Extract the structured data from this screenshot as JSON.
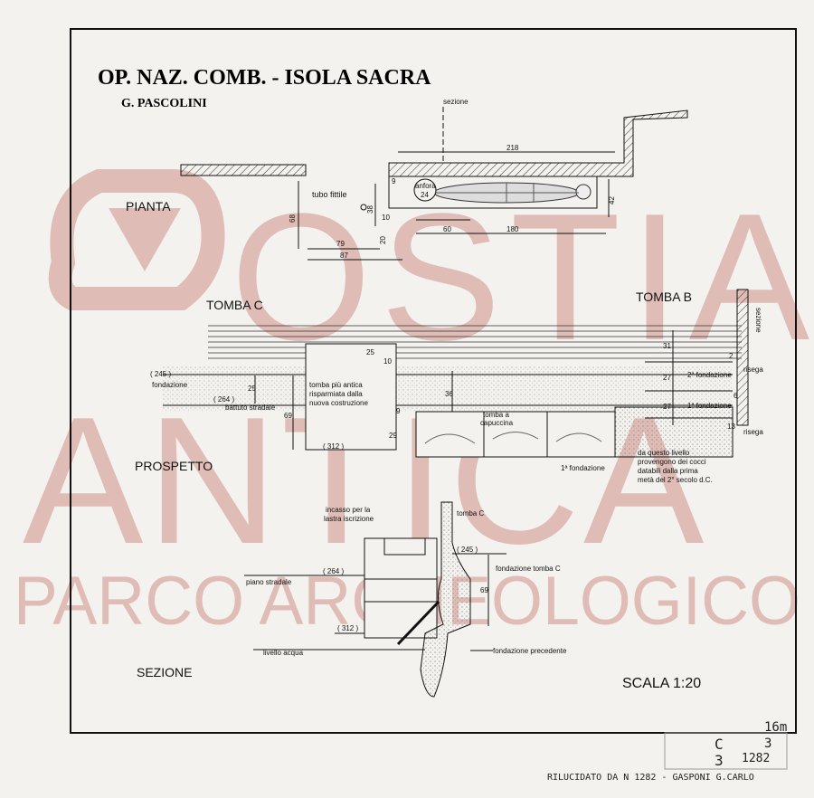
{
  "header": {
    "title": "OP. NAZ. COMB. - ISOLA SACRA",
    "author": "G. PASCOLINI"
  },
  "watermark": {
    "line1": "OSTIA",
    "line2": "ANTICA",
    "line3": "PARCO ARCHEOLOGICO",
    "color": "#d9aaa2"
  },
  "pianta": {
    "title": "PIANTA",
    "section_label": "sezione",
    "pipe_label": "tubo fittile",
    "amphora_label": "anfora",
    "amphora_number": "24",
    "dims": {
      "d218": "218",
      "d9": "9",
      "d38": "38",
      "d10": "10",
      "d42": "42",
      "d68": "68",
      "d60": "60",
      "d180": "180",
      "d20": "20",
      "d79": "79",
      "d87": "87"
    }
  },
  "prospetto": {
    "title": "PROSPETTO",
    "tomb_c": "TOMBA  C",
    "tomb_b": "TOMBA  B",
    "section_label": "sezione",
    "level_245": "( 245 )",
    "level_264": "( 264 )",
    "level_312": "( 312 )",
    "fondazione": "fondazione",
    "battuto": "battuto stradale",
    "old_tomb_1": "tomba più antica",
    "old_tomb_2": "risparmiata dalla",
    "old_tomb_3": "nuova costruzione",
    "capuccina_1": "tomba a",
    "capuccina_2": "capuccina",
    "first_fond": "1ª fondazione",
    "first_fond_b": "1ª fondazione",
    "second_fond": "2ª fondazione",
    "risega1": "risega",
    "risega2": "risega",
    "note1": "da questo livello",
    "note2": "provengono dei cocci",
    "note3": "databili dalla prima",
    "note4": "metà del 2° secolo d.C.",
    "dims": {
      "d25a": "25",
      "d10": "10",
      "d25b": "25",
      "d36": "36",
      "d69": "69",
      "d9": "9",
      "d29": "29",
      "d31": "31",
      "d27a": "27",
      "d27b": "27",
      "d2": "2",
      "d6": "6",
      "d13": "13"
    }
  },
  "sezione": {
    "title": "SEZIONE",
    "incasso1": "incasso per la",
    "incasso2": "lastra iscrizione",
    "tomb_c": "tomba C",
    "level_245": "( 245 )",
    "level_264": "( 264 )",
    "level_312": "( 312 )",
    "piano": "piano stradale",
    "fond_c": "fondazione  tomba C",
    "acqua": "livello acqua",
    "fond_prec": "fondazione precedente",
    "d69": "69"
  },
  "scale": "SCALA  1:20",
  "annotations": {
    "corner": "16m",
    "stamp_top": "C",
    "stamp_num": "3",
    "stamp_bottom": "3",
    "stamp_frac": "1282",
    "footer": "RILUCIDATO DA N 1282 - GASPONI  G.CARLO"
  }
}
